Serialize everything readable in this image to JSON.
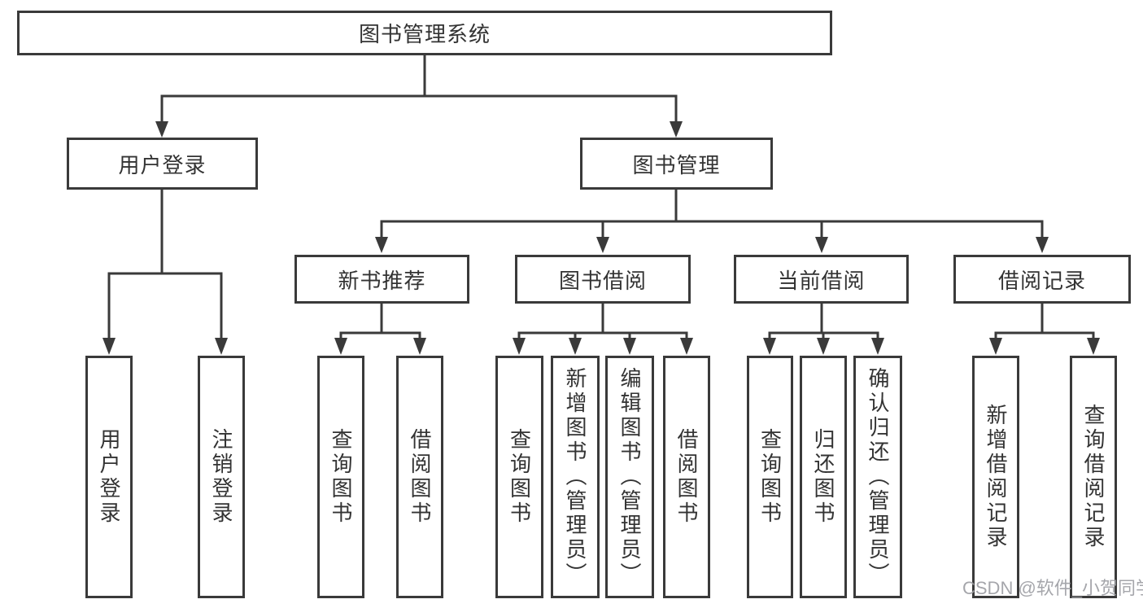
{
  "tree": {
    "root": {
      "label": "图书管理系统"
    },
    "children": [
      {
        "label": "用户登录",
        "children": [
          {
            "label": "用户登录"
          },
          {
            "label": "注销登录"
          }
        ]
      },
      {
        "label": "图书管理",
        "children": [
          {
            "label": "新书推荐",
            "children": [
              {
                "label": "查询图书"
              },
              {
                "label": "借阅图书"
              }
            ]
          },
          {
            "label": "图书借阅",
            "children": [
              {
                "label": "查询图书"
              },
              {
                "label": "新增图书（管理员）"
              },
              {
                "label": "编辑图书（管理员）"
              },
              {
                "label": "借阅图书"
              }
            ]
          },
          {
            "label": "当前借阅",
            "children": [
              {
                "label": "查询图书"
              },
              {
                "label": "归还图书"
              },
              {
                "label": "确认归还（管理员）"
              }
            ]
          },
          {
            "label": "借阅记录",
            "children": [
              {
                "label": "新增借阅记录"
              },
              {
                "label": "查询借阅记录"
              }
            ]
          }
        ]
      }
    ]
  },
  "watermark": "CSDN @软件_小贺同学",
  "colors": {
    "line": "#3a3a3a",
    "text": "#333333",
    "watermark": "#9e9fa4",
    "background": "#ffffff"
  }
}
